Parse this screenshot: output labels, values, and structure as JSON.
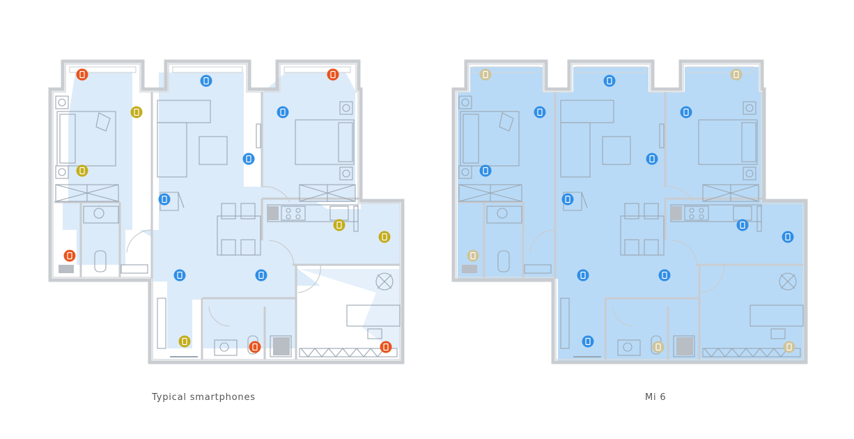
{
  "panels": [
    {
      "caption": "Typical smartphones",
      "theme": "weak",
      "signal_colors": {
        "strong": "#2f8ee6",
        "medium": "#c3ad1b",
        "weak": "#e8541c"
      },
      "coverage_fill": "#dcebf9",
      "coverage_areas": "light blue coverage with gaps in room corners",
      "markers": [
        {
          "level": "weak",
          "icon": "phone-icon",
          "room": "bedroom-left-corner"
        },
        {
          "level": "strong",
          "icon": "phone-icon",
          "room": "balcony-center"
        },
        {
          "level": "weak",
          "icon": "phone-icon",
          "room": "bedroom-right-corner"
        },
        {
          "level": "medium",
          "icon": "phone-icon",
          "room": "bedroom-left"
        },
        {
          "level": "strong",
          "icon": "phone-icon",
          "room": "bedroom-right"
        },
        {
          "level": "strong",
          "icon": "phone-icon",
          "room": "living-room"
        },
        {
          "level": "medium",
          "icon": "phone-icon",
          "room": "bedroom-left-bed"
        },
        {
          "level": "strong",
          "icon": "phone-icon",
          "room": "hall"
        },
        {
          "level": "medium",
          "icon": "phone-icon",
          "room": "kitchen"
        },
        {
          "level": "medium",
          "icon": "phone-icon",
          "room": "study"
        },
        {
          "level": "weak",
          "icon": "phone-icon",
          "room": "bathroom-left"
        },
        {
          "level": "strong",
          "icon": "phone-icon",
          "room": "corridor"
        },
        {
          "level": "strong",
          "icon": "phone-icon",
          "room": "corridor-right"
        },
        {
          "level": "medium",
          "icon": "phone-icon",
          "room": "entrance"
        },
        {
          "level": "weak",
          "icon": "phone-icon",
          "room": "bathroom"
        },
        {
          "level": "weak",
          "icon": "phone-icon",
          "room": "study-corner"
        }
      ]
    },
    {
      "caption": "Mi 6",
      "theme": "strong",
      "signal_colors": {
        "strong": "#2f8ee6",
        "muted": "#cfc49a"
      },
      "coverage_fill": "#b9daf6",
      "coverage_areas": "full blue coverage across the flat",
      "markers": [
        {
          "level": "muted",
          "icon": "phone-icon",
          "room": "bedroom-left-corner"
        },
        {
          "level": "strong",
          "icon": "phone-icon",
          "room": "balcony-center"
        },
        {
          "level": "muted",
          "icon": "phone-icon",
          "room": "bedroom-right-corner"
        },
        {
          "level": "strong",
          "icon": "phone-icon",
          "room": "bedroom-left"
        },
        {
          "level": "strong",
          "icon": "phone-icon",
          "room": "bedroom-right"
        },
        {
          "level": "strong",
          "icon": "phone-icon",
          "room": "living-room"
        },
        {
          "level": "strong",
          "icon": "phone-icon",
          "room": "bedroom-left-bed"
        },
        {
          "level": "strong",
          "icon": "phone-icon",
          "room": "hall"
        },
        {
          "level": "strong",
          "icon": "phone-icon",
          "room": "kitchen"
        },
        {
          "level": "strong",
          "icon": "phone-icon",
          "room": "study"
        },
        {
          "level": "muted",
          "icon": "phone-icon",
          "room": "bathroom-left"
        },
        {
          "level": "strong",
          "icon": "phone-icon",
          "room": "corridor"
        },
        {
          "level": "strong",
          "icon": "phone-icon",
          "room": "corridor-right"
        },
        {
          "level": "strong",
          "icon": "phone-icon",
          "room": "entrance"
        },
        {
          "level": "muted",
          "icon": "phone-icon",
          "room": "bathroom"
        },
        {
          "level": "muted",
          "icon": "phone-icon",
          "room": "study-corner"
        }
      ]
    }
  ],
  "wall_color": "#c9ccd0",
  "furniture_color": "#9aa6b2"
}
